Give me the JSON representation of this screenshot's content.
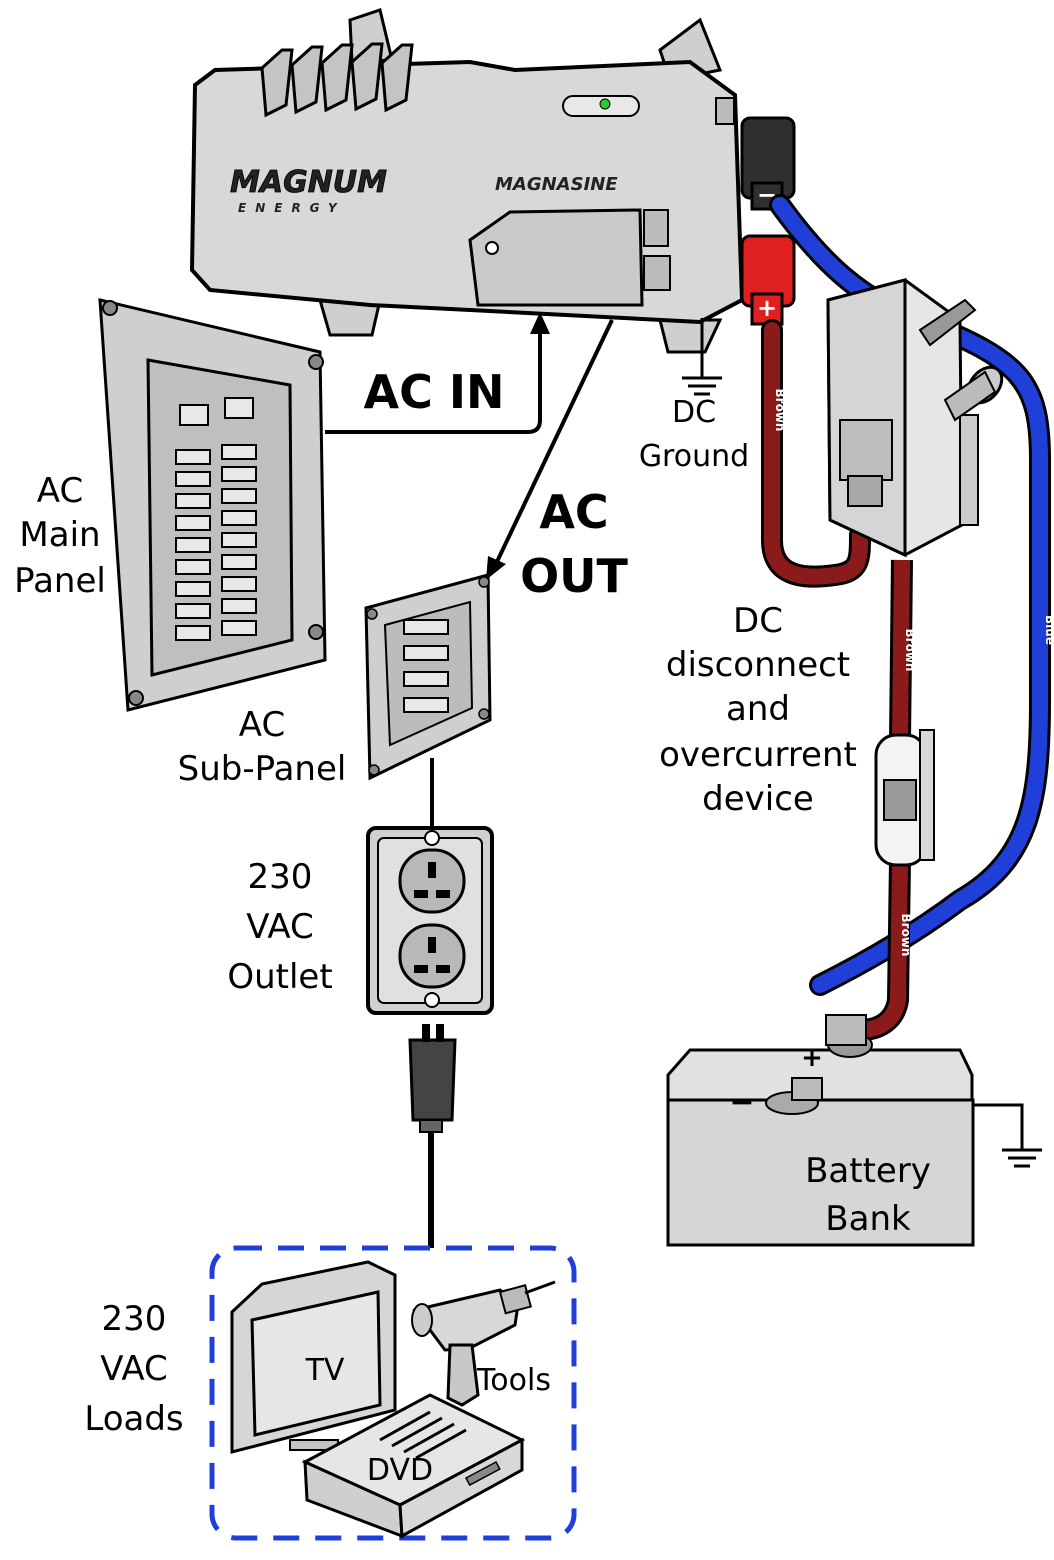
{
  "labels": {
    "ac_in": "AC IN",
    "ac_out_1": "AC",
    "ac_out_2": "OUT",
    "dc_ground_1": "DC",
    "dc_ground_2": "Ground",
    "ac_main_1": "AC",
    "ac_main_2": "Main",
    "ac_main_3": "Panel",
    "ac_sub_1": "AC",
    "ac_sub_2": "Sub-Panel",
    "dc_disc_1": "DC",
    "dc_disc_2": "disconnect",
    "dc_disc_3": "and",
    "dc_disc_4": "overcurrent",
    "dc_disc_5": "device",
    "outlet_1": "230",
    "outlet_2": "VAC",
    "outlet_3": "Outlet",
    "loads_1": "230",
    "loads_2": "VAC",
    "loads_3": "Loads",
    "battery_1": "Battery",
    "battery_2": "Bank",
    "tv": "TV",
    "dvd": "DVD",
    "tools": "Tools"
  },
  "wires": {
    "brown": "Brown",
    "blue": "Blue"
  },
  "inverter": {
    "brand": "MAGNUM",
    "brand_sub": "ENERGY",
    "model": "MAGNASINE"
  },
  "terminals": {
    "negative": "−",
    "positive": "+"
  },
  "colors": {
    "brown_cable": "#8b1a1a",
    "blue_cable": "#1f3fd8",
    "positive_terminal": "#e02020",
    "negative_terminal": "#333333",
    "loads_border": "#1f3fd8",
    "device_gray": "#d4d4d4"
  }
}
